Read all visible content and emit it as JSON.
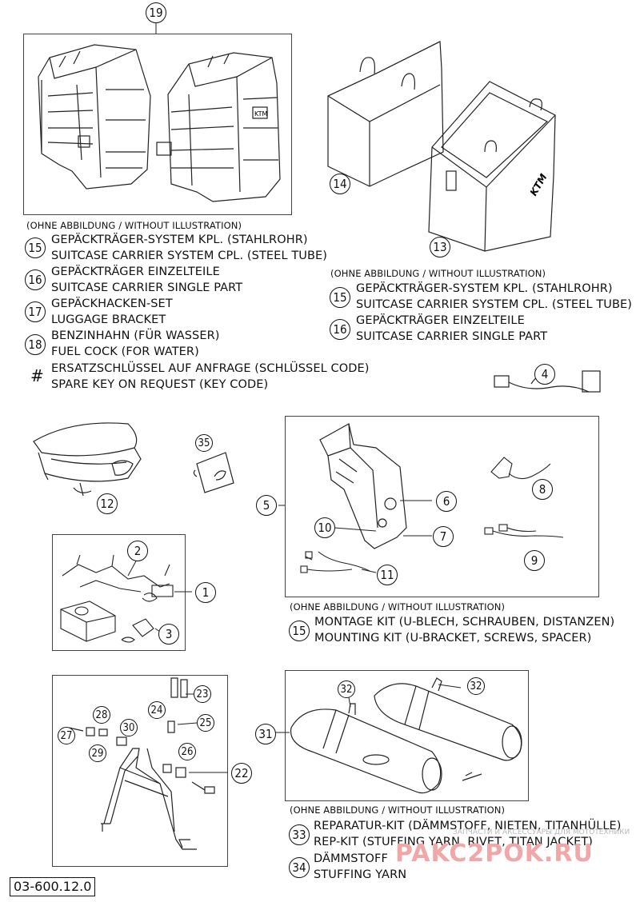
{
  "callouts": {
    "c1": "1",
    "c2": "2",
    "c3": "3",
    "c4": "4",
    "c5": "5",
    "c6": "6",
    "c7": "7",
    "c8": "8",
    "c9": "9",
    "c10": "10",
    "c11": "11",
    "c12": "12",
    "c13": "13",
    "c14": "14",
    "c19": "19",
    "c22": "22",
    "c23": "23",
    "c24": "24",
    "c25": "25",
    "c26": "26",
    "c27": "27",
    "c28": "28",
    "c29": "29",
    "c30": "30",
    "c31": "31",
    "c32a": "32",
    "c32b": "32",
    "c35": "35"
  },
  "block_left": {
    "note": "(OHNE ABBILDUNG / WITHOUT ILLUSTRATION)",
    "items": [
      {
        "num": "15",
        "line1": "GEPÄCKTRÄGER-SYSTEM KPL. (STAHLROHR)",
        "line2": "SUITCASE CARRIER SYSTEM CPL. (STEEL TUBE)"
      },
      {
        "num": "16",
        "line1": "GEPÄCKTRÄGER EINZELTEILE",
        "line2": "SUITCASE CARRIER SINGLE PART"
      },
      {
        "num": "17",
        "line1": "GEPÄCKHACKEN-SET",
        "line2": "LUGGAGE BRACKET"
      },
      {
        "num": "18",
        "line1": "BENZINHAHN (FÜR WASSER)",
        "line2": "FUEL COCK (FOR WATER)"
      }
    ],
    "hash": "#",
    "hash_line1": "ERSATZSCHLÜSSEL AUF ANFRAGE (SCHLÜSSEL CODE)",
    "hash_line2": "SPARE KEY ON REQUEST (KEY CODE)"
  },
  "block_right": {
    "note": "(OHNE ABBILDUNG / WITHOUT ILLUSTRATION)",
    "items": [
      {
        "num": "15",
        "line1": "GEPÄCKTRÄGER-SYSTEM KPL. (STAHLROHR)",
        "line2": "SUITCASE CARRIER SYSTEM CPL. (STEEL TUBE)"
      },
      {
        "num": "16",
        "line1": "GEPÄCKTRÄGER EINZELTEILE",
        "line2": "SUITCASE CARRIER SINGLE PART"
      }
    ]
  },
  "block_mount": {
    "note": "(OHNE ABBILDUNG / WITHOUT ILLUSTRATION)",
    "num": "15",
    "line1": "MONTAGE KIT (U-BLECH, SCHRAUBEN, DISTANZEN)",
    "line2": "MOUNTING KIT (U-BRACKET, SCREWS, SPACER)"
  },
  "block_exhaust": {
    "note": "(OHNE ABBILDUNG / WITHOUT ILLUSTRATION)",
    "items": [
      {
        "num": "33",
        "line1": "REPARATUR-KIT (DÄMMSTOFF, NIETEN, TITANHÜLLE)",
        "line2": "REP-KIT (STUFFING YARN, RIVET, TITAN JACKET)"
      },
      {
        "num": "34",
        "line1": "DÄMMSTOFF",
        "line2": "STUFFING YARN"
      }
    ]
  },
  "drawing_code": "03-600.12.0",
  "logo_text": "KTM",
  "watermark": {
    "line1": "ЗАПЧАСТИ И АКСЕССУАРЫ ДЛЯ МОТОТЕХНИКИ",
    "line2": "PAKC2POK.RU"
  }
}
